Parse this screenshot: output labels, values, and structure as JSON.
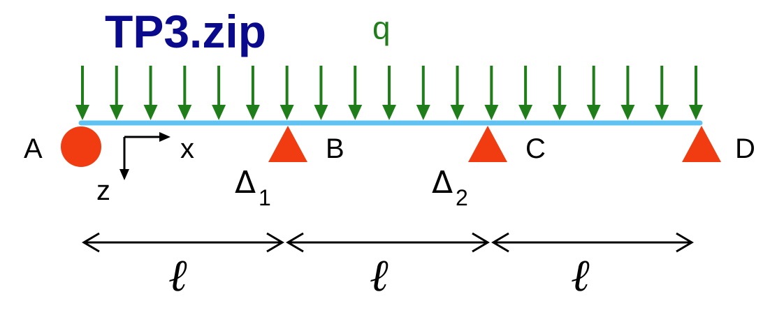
{
  "title": "TP3.zip",
  "load_label": "q",
  "supports": {
    "A": "A",
    "B": "B",
    "C": "C",
    "D": "D"
  },
  "axes": {
    "x": "x",
    "z": "z"
  },
  "settlements": [
    {
      "symbol": "Δ",
      "index": "1"
    },
    {
      "symbol": "Δ",
      "index": "2"
    }
  ],
  "spans": [
    "ℓ",
    "ℓ",
    "ℓ"
  ],
  "arrow_count": 19,
  "colors": {
    "title": "#0a0a8c",
    "load": "#1f7d1a",
    "beam": "#5ec3f2",
    "support": "#f03c10",
    "ink": "#000000"
  }
}
